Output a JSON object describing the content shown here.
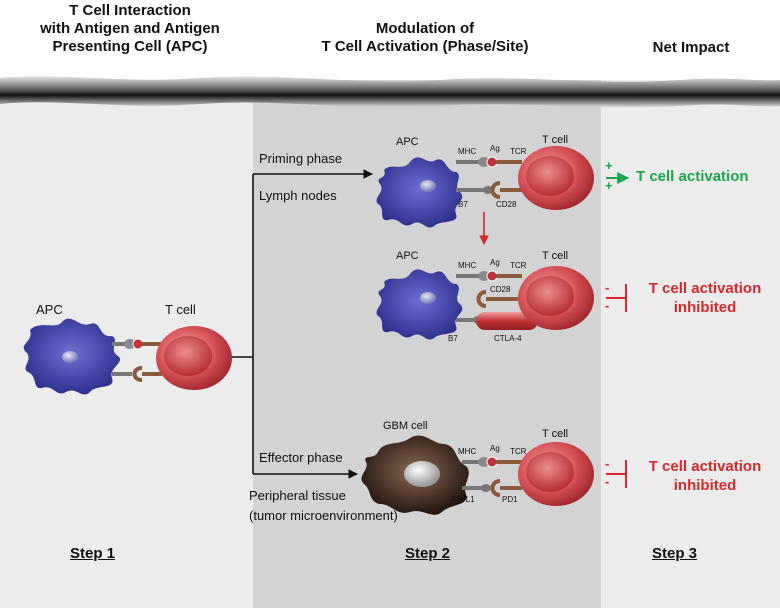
{
  "headers": {
    "col1": "T Cell Interaction with Antigen and Antigen Presenting Cell (APC)",
    "col1_lines": [
      "T Cell Interaction",
      "with Antigen and Antigen",
      "Presenting Cell (APC)"
    ],
    "col2_lines": [
      "Modulation of",
      "T Cell Activation (Phase/Site)"
    ],
    "col3": "Net Impact"
  },
  "steps": [
    "Step 1",
    "Step 2",
    "Step 3"
  ],
  "step1": {
    "apc": "APC",
    "tcell": "T cell"
  },
  "branches": {
    "priming": "Priming phase",
    "lymph": "Lymph nodes",
    "effector": "Effector phase",
    "peripheral": "Peripheral tissue",
    "tme": "(tumor microenvironment)"
  },
  "panel_top": {
    "apc": "APC",
    "tcell": "T cell",
    "mhc": "MHC",
    "ag": "Ag",
    "tcr": "TCR",
    "b7": "B7",
    "cd28": "CD28"
  },
  "panel_mid": {
    "apc": "APC",
    "tcell": "T cell",
    "mhc": "MHC",
    "ag": "Ag",
    "tcr": "TCR",
    "b7": "B7",
    "cd28": "CD28",
    "ctla4": "CTLA-4"
  },
  "panel_bot": {
    "gbm": "GBM cell",
    "tcell": "T cell",
    "mhc": "MHC",
    "ag": "Ag",
    "tcr": "TCR",
    "pdl1": "PD-L1",
    "pd1": "PD1"
  },
  "outcomes": {
    "activation": "T cell activation",
    "inhibited_1": [
      "T cell activation",
      "inhibited"
    ],
    "inhibited_2": [
      "T cell activation",
      "inhibited"
    ]
  },
  "signs": {
    "plus": "+",
    "minus": "-"
  },
  "colors": {
    "green": "#1aa64a",
    "red": "#d42a2a",
    "apc_blue": "#3b3fa6",
    "tcell_red": "#d9555a",
    "column_mid": "#d3d3d3",
    "column_side": "#ececec"
  }
}
